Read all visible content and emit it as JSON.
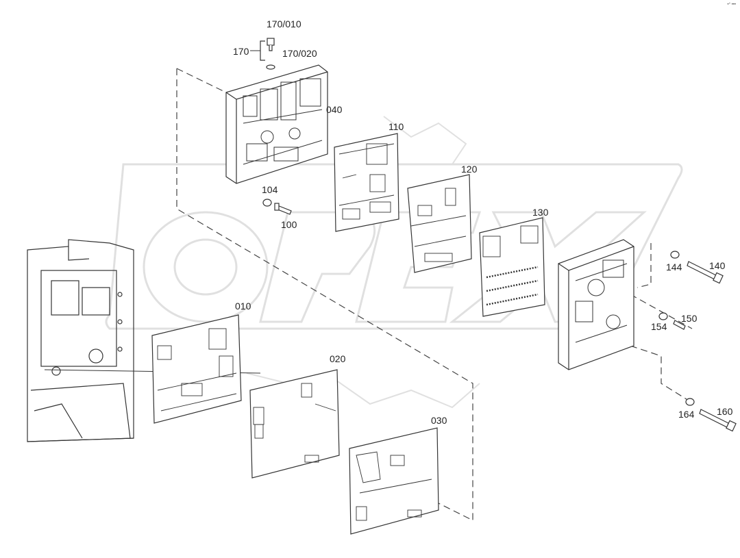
{
  "watermark": {
    "text": "OPEX",
    "color": "#e3e3e3"
  },
  "corner_mark": "•° •••",
  "callouts": {
    "c170_010": "170/010",
    "c170": "170",
    "c170_020": "170/020",
    "c040": "040",
    "c110": "110",
    "c120": "120",
    "c130": "130",
    "c104": "104",
    "c100": "100",
    "c144": "144",
    "c140": "140",
    "c154": "154",
    "c150": "150",
    "c164": "164",
    "c160": "160",
    "c010": "010",
    "c020": "020",
    "c030": "030"
  },
  "colors": {
    "line": "#333333",
    "plate_fill": "#ffffff",
    "hatch": "#555555"
  }
}
